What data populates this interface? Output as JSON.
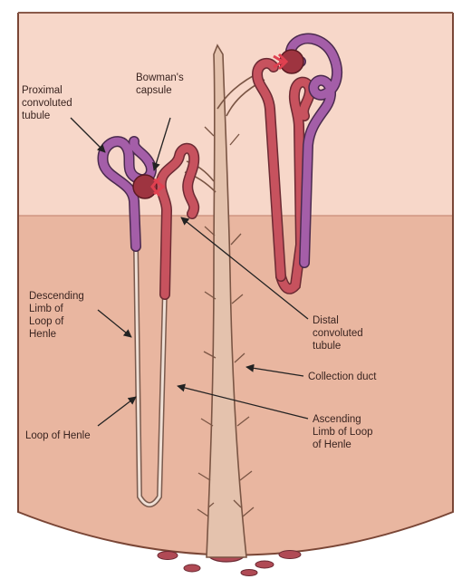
{
  "diagram": {
    "labels": {
      "proximal": [
        "Proximal",
        "convoluted",
        "tubule"
      ],
      "bowman": [
        "Bowman's",
        "capsule"
      ],
      "descending": [
        "Descending",
        "Limb of",
        "Loop of",
        "Henle"
      ],
      "loop": "Loop of Henle",
      "distal": [
        "Distal",
        "convoluted",
        "tubule"
      ],
      "collection": "Collection duct",
      "ascending": [
        "Ascending",
        "Limb of Loop",
        "of Henle"
      ]
    },
    "colors": {
      "cortex": "#f7d7c9",
      "medulla": "#e9b6a0",
      "duct": "#e4c2ad",
      "proximal_tubule": "#a45ea8",
      "distal_tubule": "#c7525e",
      "capsule": "#9e3440",
      "text": "#3a2420"
    }
  }
}
